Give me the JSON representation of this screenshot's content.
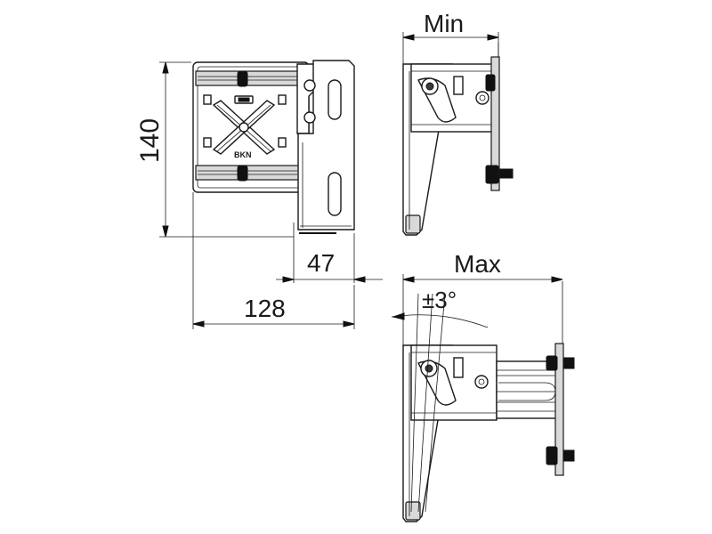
{
  "dimensions": {
    "height": "140",
    "depth": "47",
    "width": "128",
    "min": "Min",
    "max": "Max",
    "angle": "±3°"
  },
  "brand": {
    "logo_text": "BKN"
  }
}
